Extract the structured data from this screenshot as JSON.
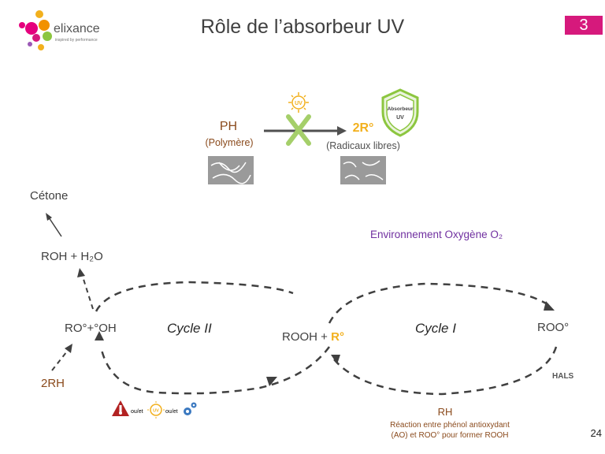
{
  "header": {
    "logo_text": "elixance",
    "logo_tagline": "inspired by performance",
    "title": "Rôle de l’absorbeur UV",
    "section_number": "3"
  },
  "reaction": {
    "reactant": "PH",
    "reactant_desc": "(Polymère)",
    "uv_badge": "UV",
    "product": "2R°",
    "product_desc": "(Radicaux libres)",
    "shield_line1": "Absorbeur",
    "shield_line2": "UV"
  },
  "diagram": {
    "cetone": "Cétone",
    "roh_h2o": "ROH + H₂O",
    "ro_oh": "RO°+°OH",
    "rh_left": "2RH",
    "cycle2": "Cycle II",
    "rooh": "ROOH + ",
    "r_radical": "R°",
    "cycle1": "Cycle I",
    "roo": "ROO°",
    "environment": "Environnement  Oxygène O₂",
    "hals": "HALS",
    "rh_bottom": "RH",
    "rh_desc_line1": "Réaction entre phénol antioxydant",
    "rh_desc_line2": "(AO) et ROO° pour former ROOH",
    "ouet_1": "ou/et",
    "ouet_2": "ou/et",
    "uv_small": "UV"
  },
  "footer": {
    "page": "24"
  },
  "colors": {
    "accent_pink": "#d6197c",
    "brown": "#8a4a1c",
    "yellow": "#f2b01d",
    "purple": "#7030a0",
    "green": "#8cc63f"
  }
}
